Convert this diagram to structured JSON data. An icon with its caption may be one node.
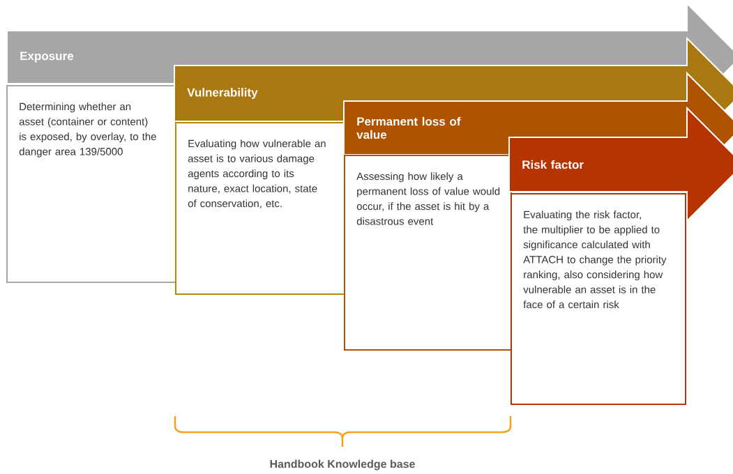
{
  "diagram": {
    "nodes": [
      {
        "text": [
          "Exposure"
        ]
      },
      {
        "text": [
          "Determining whether an asset (container or content) is exposed, by overlay, to the danger area 139/5000"
        ]
      },
      {
        "text": [
          "Vulnerability"
        ]
      },
      {
        "text": [
          "Evaluating how vulnerable an asset is to various damage agents according to its nature, exact location, state of conservation, etc."
        ]
      },
      {
        "text": [
          "Permanent loss of value"
        ]
      },
      {
        "text": [
          "Assessing how likely a permanent loss of value would occur, if the asset is hit by a disastrous event"
        ]
      },
      {
        "text": [
          "Risk factor"
        ]
      },
      {
        "text": [
          "Evaluating the risk factor, the multiplier to be applied to significance calculated with ATTACH to change the priority ranking, also considering how vulnerable an asset is in the face of a certain risk"
        ]
      }
    ],
    "edges": [],
    "labels": [
      "Handbook Knowledge base"
    ]
  }
}
